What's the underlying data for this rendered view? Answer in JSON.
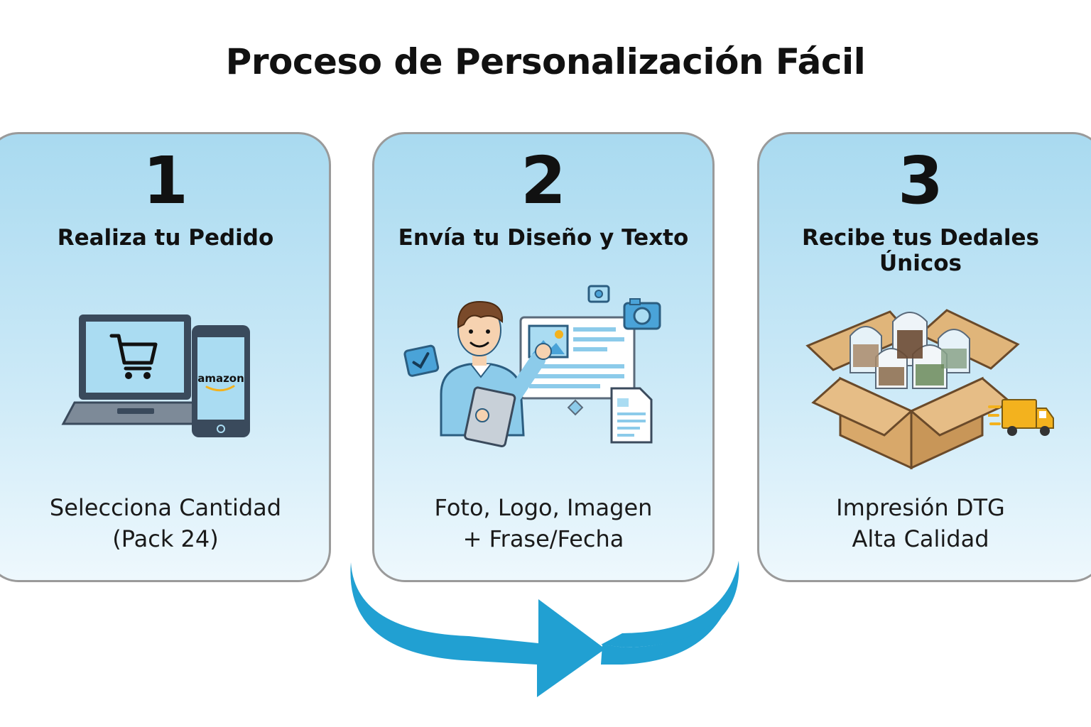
{
  "title": "Proceso de Personalización Fácil",
  "steps": [
    {
      "number": "1",
      "heading": "Realiza tu Pedido",
      "desc_lines": [
        "Selecciona Cantidad",
        "(Pack 24)"
      ],
      "illustration_brand": "amazon"
    },
    {
      "number": "2",
      "heading": "Envía tu Diseño y Texto",
      "desc_lines": [
        "Foto, Logo, Imagen",
        "+ Frase/Fecha"
      ]
    },
    {
      "number": "3",
      "heading": "Recibe tus Dedales Únicos",
      "desc_lines": [
        "Impresión DTG",
        "Alta Calidad"
      ]
    }
  ],
  "icons": [
    "laptop-cart-icon",
    "smartphone-icon",
    "person-tablet-icon",
    "camera-icon",
    "document-icon",
    "checkbox-icon",
    "box-thimbles-icon",
    "delivery-truck-icon",
    "flow-arrow-icon"
  ],
  "colors": {
    "card_top": "#a9daf0",
    "card_bottom": "#eef8fd",
    "card_border": "#9a9a9a",
    "arrow": "#21a0d2",
    "truck": "#f3b21e",
    "box": "#d8a86a"
  }
}
